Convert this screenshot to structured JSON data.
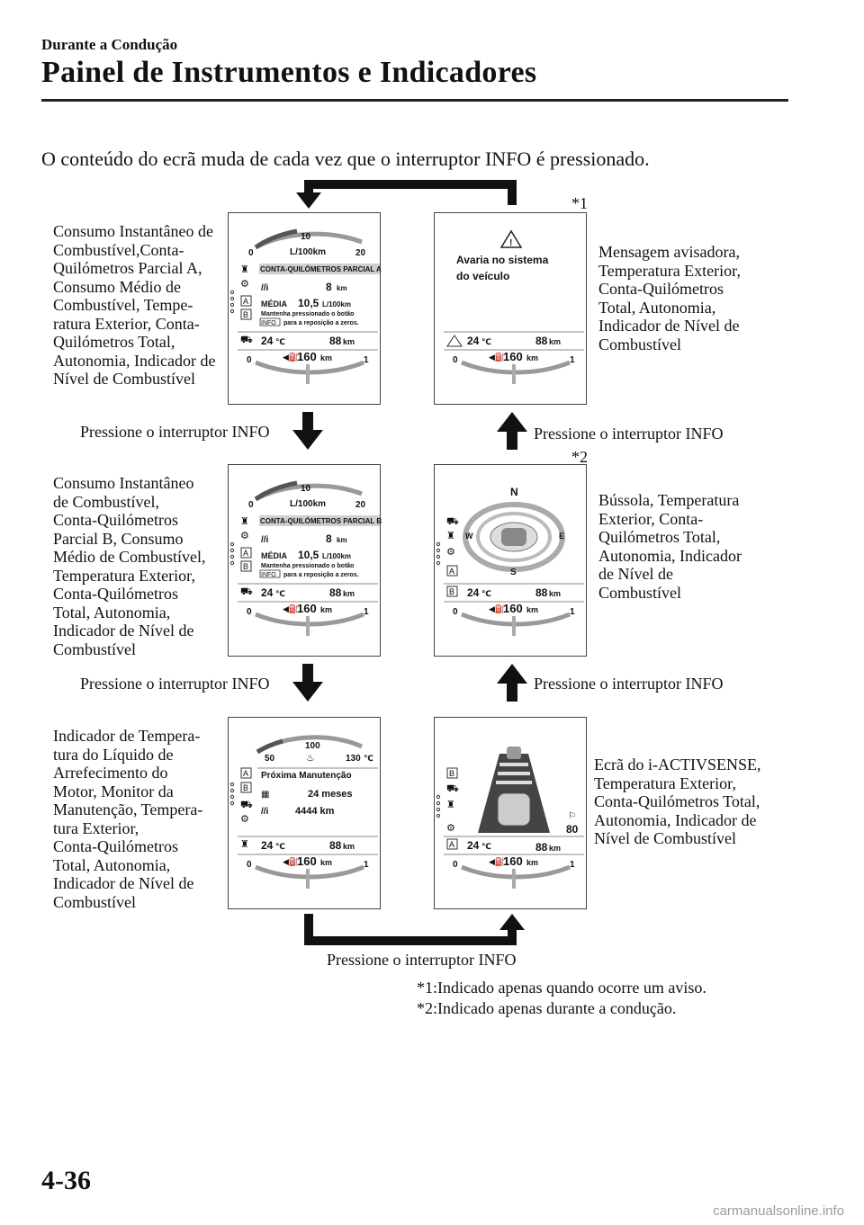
{
  "header": {
    "section": "Durante a Condução",
    "title": "Painel de Instrumentos e Indicadores"
  },
  "intro": "O conteúdo do ecrã muda de cada vez que o interruptor INFO é pressionado.",
  "press_label": "Pressione o interruptor INFO",
  "asterisk_1": "*1",
  "asterisk_2": "*2",
  "descriptions": {
    "screen1": "Consumo Instantâneo de\nCombustível,Conta-\nQuilómetros Parcial A,\nConsumo Médio de\nCombustível, Tempe-\nratura Exterior, Conta-\nQuilómetros Total,\nAutonomia, Indicador de\nNível de Combustível",
    "screen2": "Consumo Instantâneo\nde Combustível,\nConta-Quilómetros\nParcial B, Consumo\nMédio de Combustível,\nTemperatura Exterior,\nConta-Quilómetros\nTotal, Autonomia,\nIndicador de Nível de\nCombustível",
    "screen3": "Indicador de Tempera-\ntura do Líquido de\nArrefecimento do\nMotor, Monitor da\nManutenção, Tempera-\ntura Exterior,\nConta-Quilómetros\nTotal, Autonomia,\nIndicador de Nível de\nCombustível",
    "warning": "Mensagem avisadora,\nTemperatura Exterior,\nConta-Quilómetros\nTotal, Autonomia,\nIndicador de Nível de\nCombustível",
    "compass": "Bússola, Temperatura\nExterior, Conta-\nQuilómetros Total,\nAutonomia, Indicador\nde Nível de\nCombustível",
    "activsense": "Ecrã do i-ACTIVSENSE,\nTemperatura Exterior,\nConta-Quilómetros Total,\nAutonomia, Indicador de\nNível de Combustível"
  },
  "display": {
    "gauge_0": "0",
    "gauge_10": "10",
    "gauge_20": "20",
    "consumption_unit": "L/100km",
    "trip_a_header": "CONTA-QUILÓMETROS PARCIAL A",
    "trip_b_header": "CONTA-QUILÓMETROS PARCIAL B",
    "trip_value": "8",
    "trip_unit": "km",
    "media_label": "MÉDIA",
    "media_value": "10,5",
    "hold_line1": "Mantenha pressionado o botão",
    "hold_line2": "para a reposição a zeros.",
    "info_key": "INFO",
    "temperature": "24",
    "temp_unit": "℃",
    "range_value": "88",
    "range_unit": "km",
    "odometer": "160",
    "odo_unit": "km",
    "fuel_0": "0",
    "fuel_1": "1",
    "warning_line1": "Avaria no sistema",
    "warning_line2": "do veículo",
    "compass_n": "N",
    "compass_s": "S",
    "compass_e": "E",
    "compass_w": "W",
    "coolant_50": "50",
    "coolant_100": "100",
    "coolant_130": "130",
    "coolant_unit": "℃",
    "maintenance_title": "Próxima Manutenção",
    "maintenance_months": "24 meses",
    "maintenance_km": "4444 km",
    "activsense_speed": "80",
    "box_a": "A",
    "box_b": "B"
  },
  "footnotes": [
    "*1:Indicado apenas quando ocorre um aviso.",
    "*2:Indicado apenas durante a condução."
  ],
  "page_number": "4-36",
  "watermark": "carmanualsonline.info"
}
